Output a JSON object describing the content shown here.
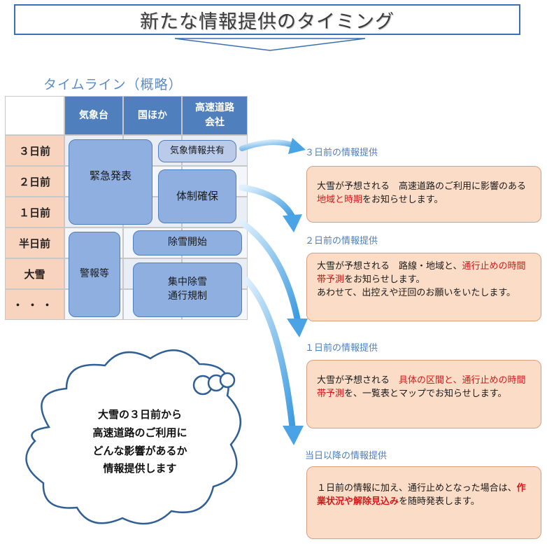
{
  "title": "新たな情報提供のタイミング",
  "timeline": {
    "heading": "タイムライン（概略）",
    "columns": [
      "気象台",
      "国ほか",
      "高速道路\n会社"
    ],
    "rows": [
      "３日前",
      "２日前",
      "１日前",
      "半日前",
      "大雪",
      "・・・"
    ],
    "blocks": {
      "kinkyu": "緊急発表",
      "kishou_kyouyu": "気象情報共有",
      "taisei": "体制確保",
      "josetsu_kaishi": "除雪開始",
      "keihou": "警報等",
      "shuchu": "集中除雪\n通行規制"
    }
  },
  "sections": [
    {
      "title": "３日前の情報提供",
      "parts": [
        {
          "t": "大雪が予想される　高速道路のご利用に影響のある"
        },
        {
          "t": "地域と時期",
          "s": "red"
        },
        {
          "t": "をお知らせします。"
        }
      ]
    },
    {
      "title": "２日前の情報提供",
      "parts": [
        {
          "t": "大雪が予想される　路線・地域と、"
        },
        {
          "t": "通行止めの時間帯予測",
          "s": "red"
        },
        {
          "t": "をお知らせします。\nあわせて、出控えや迂回のお願いをいたします。"
        }
      ]
    },
    {
      "title": "１日前の情報提供",
      "parts": [
        {
          "t": "大雪が予想される　"
        },
        {
          "t": "具体の区間と、通行止めの時間帯予測",
          "s": "red"
        },
        {
          "t": "を、一覧表とマップでお知らせします。"
        }
      ]
    },
    {
      "title": "当日以降の情報提供",
      "parts": [
        {
          "t": "１日前の情報に加え、通行止めとなった場合は、"
        },
        {
          "t": "作業状況や解除見込み",
          "s": "redb"
        },
        {
          "t": "を随時発表します。"
        }
      ]
    }
  ],
  "bubble": {
    "lines": [
      "大雪の３日前から",
      "高速道路のご利用に",
      "どんな影響があるか",
      "情報提供します"
    ]
  },
  "colors": {
    "header_blue": "#4f7fbd",
    "pill_blue": "#8eafe0",
    "row_label_peach": "#f8d3bd",
    "info_box_peach": "#fbdcc7",
    "emphasis_red": "#d21a1a",
    "arrow_blue": "#5aa8e6"
  }
}
